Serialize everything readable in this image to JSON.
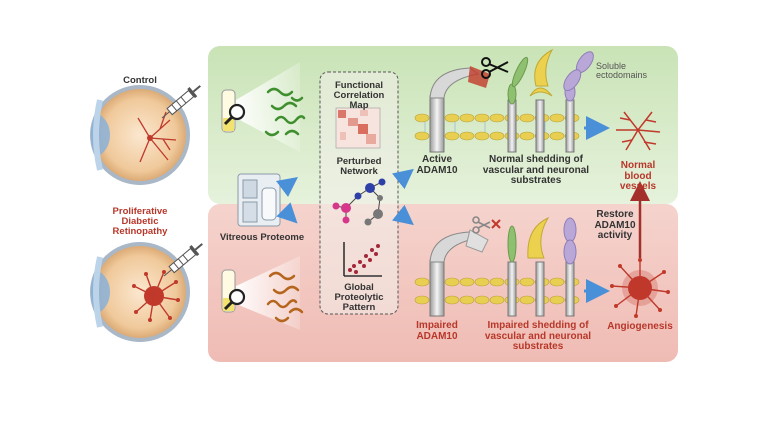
{
  "figure": {
    "control_label": "Control",
    "pdr_label": "Proliferative Diabetic Retinopathy",
    "vitreous_proteome_label": "Vitreous Proteome",
    "center_box": {
      "functional_map_label": "Functional Correlation Map",
      "perturbed_network_label": "Perturbed Network",
      "global_pattern_label": "Global Proteolytic Pattern"
    },
    "top_panel": {
      "soluble_label": "Soluble ectodomains",
      "active_label": "Active ADAM10",
      "shedding_label": "Normal shedding of vascular and neuronal substrates",
      "outcome_label": "Normal blood vessels"
    },
    "bottom_panel": {
      "impaired_label": "Impaired ADAM10",
      "shedding_label": "Impaired shedding of vascular and neuronal substrates",
      "outcome_label": "Angiogenesis"
    },
    "restore_label": "Restore ADAM10 activity",
    "colors": {
      "green_panel": "#cfe6bd",
      "red_panel": "#f3c9c2",
      "accent_red": "#c0392b",
      "arrow_blue": "#4a90d9",
      "membrane_yellow": "#e8cf52"
    }
  }
}
